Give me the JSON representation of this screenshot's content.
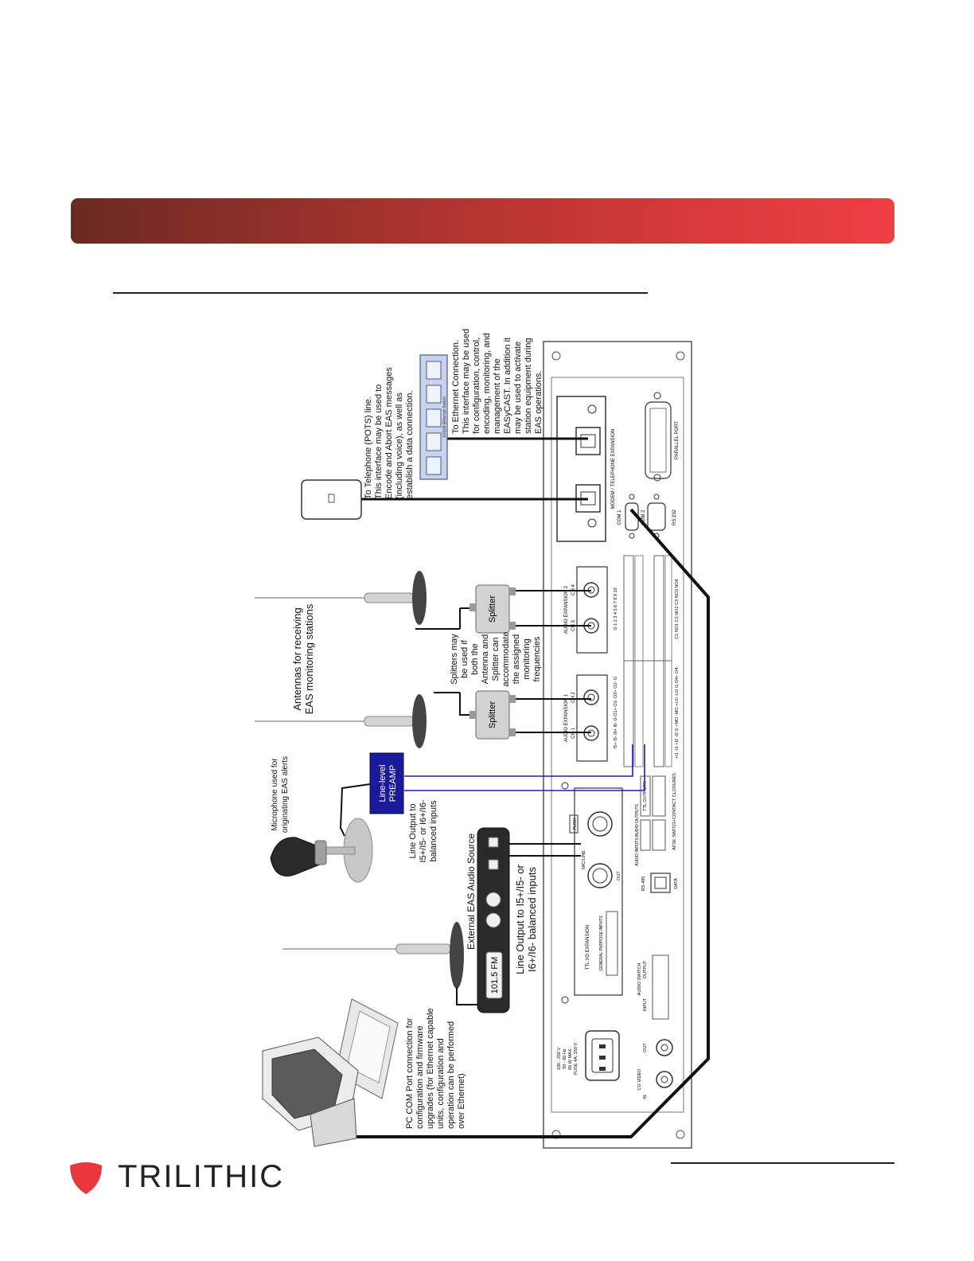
{
  "colors": {
    "banner_start": "#6a2a22",
    "banner_end": "#ee3f45",
    "logo_red": "#e8383e",
    "preamp_blue": "#1a1a9a",
    "wire_blue": "#1f1fb0",
    "switch_blue": "#c8d4ec"
  },
  "diagram": {
    "telephone_label": [
      "To Telephone (POTS) line.",
      "This interface may be used to",
      "Encode and Abort EAS messages",
      "(including voice), as well as",
      "establish a data connection."
    ],
    "ethernet_label": [
      "To Ethernet Connection.",
      "This interface may be used",
      "for configuration, control,",
      "encoding, monitoring, and",
      "management of the",
      "EASyCAST. In addition it",
      "may be used to activate",
      "station equipment during",
      "EAS operations."
    ],
    "ethernet_switch_label": "10/100 Ethernet Switch",
    "antennas_label": [
      "Antennas for receiving",
      "EAS monitoring stations"
    ],
    "splitters_note": [
      "Splitters may",
      "be used if",
      "both the",
      "Antenna and",
      "Splitter can",
      "accommodate",
      "the assigned",
      "monitoring",
      "frequencies"
    ],
    "splitter_label": "Splitter",
    "microphone_label": [
      "Microphone used for",
      "originating EAS alerts"
    ],
    "preamp_label": [
      "Line-level",
      "PREAMP"
    ],
    "preamp_output_label": [
      "Line Output to",
      "I5+/I5- or I6+/I6-",
      "balanced inputs"
    ],
    "audio_source_label": "External EAS Audio Source",
    "audio_source_display": "101.5 FM",
    "audio_output_label": [
      "Line Output to I5+/I5- or",
      "I6+/I6- balanced inputs"
    ],
    "pc_label": [
      "PC COM Port connection for",
      "configuration and firmware",
      "upgrades (for Ethernet capable",
      "units, configuration and",
      "operation can be performed",
      "over Ethernet)"
    ],
    "panel": {
      "modem_expansion": "MODEM / TELEPHONE EXPANSION",
      "parallel_port": "PARALLEL PORT",
      "com1": "COM 1",
      "com2": "COM 2",
      "rs232": "RS 232",
      "audio_exp2": "AUDIO EXPANSION 2",
      "audio_exp1": "AUDIO EXPANSION 1",
      "ch1": "CH 1",
      "ch2": "CH 2",
      "ch3": "CH 3",
      "ch4": "CH 4",
      "ttl_io": "TTL I/O EXPANSION",
      "ttl_outputs": "TTL OUTPUTS",
      "contact_closures": "CONTACT CLOSURES",
      "afsk_switch": "AFSK SWITCH",
      "audio_inputs_outputs": "AUDIO INPUTS  AUDIO OUTPUTS",
      "rs485": "RS-485",
      "data": "DATA",
      "push": "PUSH",
      "mic": "MIC/LINE",
      "out": "OUT",
      "gp_inputs": "GENERAL PURPOSE INPUTS",
      "audio_switch": "AUDIO SWITCH",
      "input": "INPUT",
      "output": "OUTPUT",
      "power_rating": [
        "100 - 250 V",
        "50 - 60 Hz",
        "65 W MAX.",
        "FUSE 4A, 250 V"
      ],
      "cg_video": "CG VIDEO",
      "in": "IN",
      "terminal_row_a": "I5+ I5- I6+ I6- G O1+ O1- O2+ O2- G",
      "terminal_row_b": "+I1 -I1 +I2 -I2 G +MO -MO +LO -LO G O4+ O4-",
      "terminal_row_c": "G 1 2 3 4 5 6 7 8 9 10",
      "terminal_row_d": "C1 NO1 C2 NO2 C3 NO3 NO4"
    }
  },
  "footer": {
    "brand": "TRILITHIC",
    "logo_icon": "trilithic-shield-icon"
  }
}
